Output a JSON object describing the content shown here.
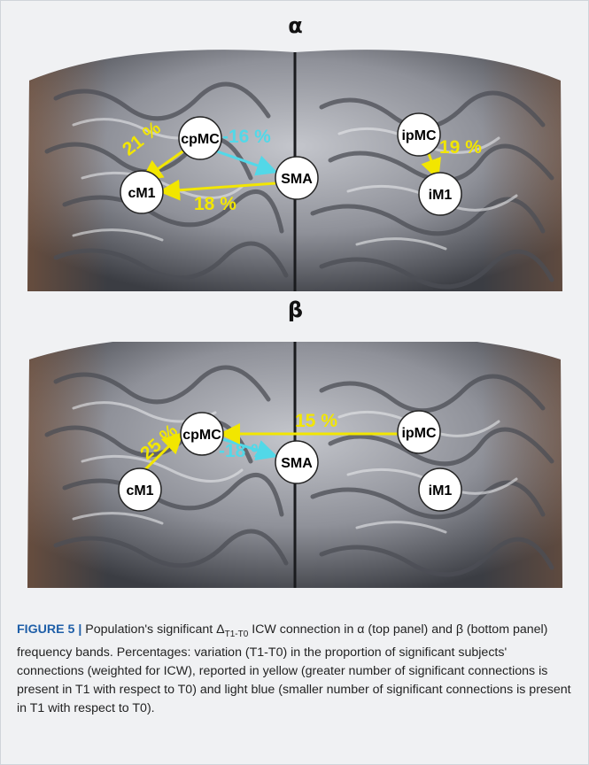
{
  "panels": {
    "alpha": {
      "title": "α",
      "nodes": {
        "cpMC": "cpMC",
        "SMA": "SMA",
        "cM1": "cM1",
        "ipMC": "ipMC",
        "iM1": "iM1"
      },
      "edges": {
        "cpmc_cm1": "21 %",
        "cpmc_sma": "-16 %",
        "sma_cm1": "18 %",
        "ipmc_im1": "19 %"
      }
    },
    "beta": {
      "title": "β",
      "nodes": {
        "cpMC": "cpMC",
        "SMA": "SMA",
        "cM1": "cM1",
        "ipMC": "ipMC",
        "iM1": "iM1"
      },
      "edges": {
        "cm1_cpmc": "25 %",
        "cpmc_sma": "-18 %",
        "ipmc_cpmc": "15 %"
      }
    }
  },
  "colors": {
    "increase": "#f2e600",
    "decrease": "#52d8e8",
    "brain": "#8d8f96"
  },
  "caption": {
    "label": "FIGURE 5 |",
    "text_before_delta": " Population's significant ",
    "delta": "Δ",
    "delta_sub": "T1-T0",
    "text_after_delta": " ICW connection in α (top panel) and β (bottom panel) frequency bands. Percentages: variation (T1-T0) in the proportion of significant subjects' connections (weighted for ICW), reported in yellow (greater number of significant connections is present in T1 with respect to T0) and light blue (smaller number of significant connections is present in T1 with respect to T0)."
  }
}
